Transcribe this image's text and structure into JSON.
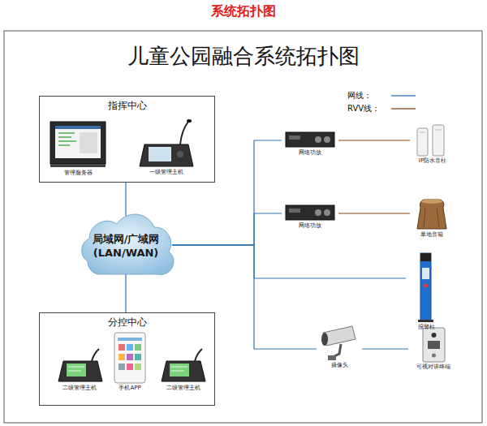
{
  "diagram": {
    "title": "系统拓扑图",
    "nodes": [
      {
        "text": [
          "指挥中心"
        ]
      },
      {
        "text": [
          "管理服务器"
        ],
        "in": 0
      },
      {
        "text": [
          "一级管理主机"
        ],
        "in": 0
      },
      {
        "text": [
          "局域网/广域网 (LAN/WAN)"
        ]
      },
      {
        "text": [
          "分控中心"
        ]
      },
      {
        "text": [
          "二级管理主机"
        ],
        "in": 4
      },
      {
        "text": [
          "手机APP"
        ],
        "in": 4
      },
      {
        "text": [
          "二级管理主机"
        ],
        "in": 4
      },
      {
        "text": [
          "网络功放"
        ]
      },
      {
        "text": [
          "IP防水音柱"
        ]
      },
      {
        "text": [
          "网络功放"
        ]
      },
      {
        "text": [
          "草地音箱"
        ]
      },
      {
        "text": [
          "报警柱"
        ]
      },
      {
        "text": [
          "摄像头"
        ]
      },
      {
        "text": [
          "可视对讲终端"
        ]
      }
    ],
    "edges": [
      {
        "from": 0,
        "to": 3,
        "arrow": "none"
      },
      {
        "from": 4,
        "to": 3,
        "arrow": "none"
      },
      {
        "from": 3,
        "to": 8,
        "arrow": "none"
      },
      {
        "from": 8,
        "to": 9,
        "arrow": "none"
      },
      {
        "from": 3,
        "to": 10,
        "arrow": "none"
      },
      {
        "from": 10,
        "to": 11,
        "arrow": "none"
      },
      {
        "from": 3,
        "to": 12,
        "arrow": "none"
      },
      {
        "from": 3,
        "to": 13,
        "arrow": "none"
      },
      {
        "from": 13,
        "to": 14,
        "arrow": "none"
      }
    ],
    "labels": [
      "儿童公园融合系统拓扑图"
    ],
    "legend": [
      {
        "text": "网线："
      },
      {
        "text": "RVV线："
      }
    ]
  }
}
